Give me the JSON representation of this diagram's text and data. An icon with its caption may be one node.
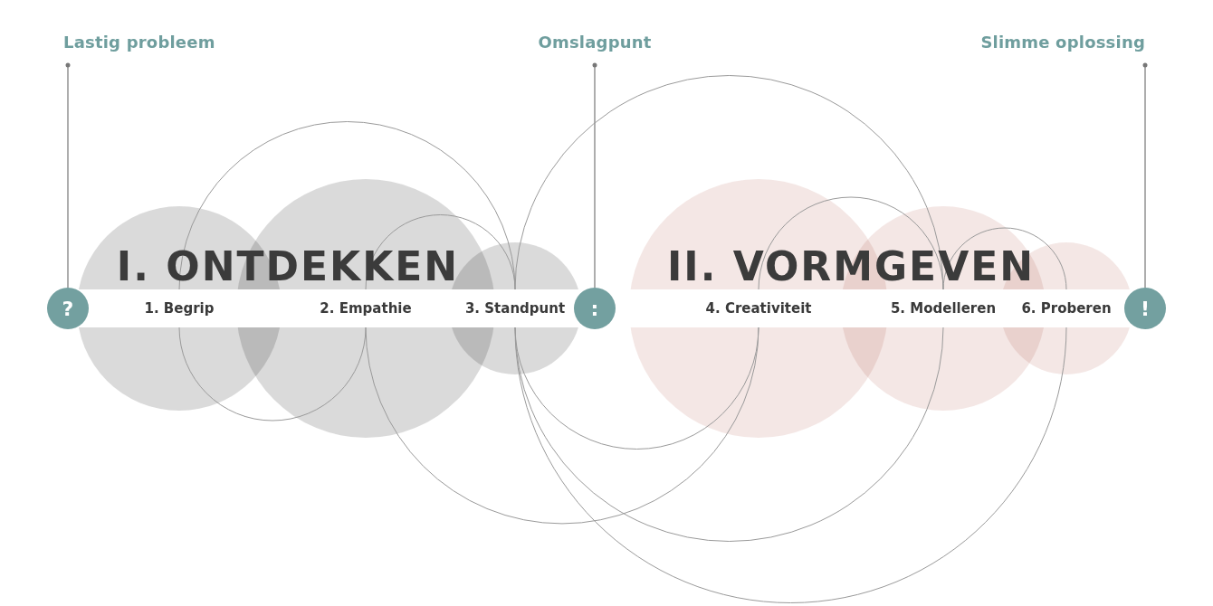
{
  "diagram": {
    "nodes": [
      {
        "text": [
          "Lastig probleem"
        ]
      },
      {
        "text": [
          "Omslagpunt"
        ]
      },
      {
        "text": [
          "Slimme oplossing"
        ]
      },
      {
        "text": [
          "?"
        ]
      },
      {
        "text": [
          ":"
        ]
      },
      {
        "text": [
          "!"
        ]
      },
      {
        "text": [
          "1. Begrip"
        ]
      },
      {
        "text": [
          "2. Empathie"
        ]
      },
      {
        "text": [
          "3. Standpunt"
        ]
      },
      {
        "text": [
          "4. Creativiteit"
        ]
      },
      {
        "text": [
          "5. Modelleren"
        ]
      },
      {
        "text": [
          "6. Proberen"
        ]
      }
    ],
    "edges": [
      {
        "from": 0,
        "to": 3,
        "arrow": "other"
      },
      {
        "from": 1,
        "to": 4,
        "arrow": "other"
      },
      {
        "from": 2,
        "to": 5,
        "arrow": "other"
      },
      {
        "from": 6,
        "to": 8,
        "arrow": "none"
      },
      {
        "from": 7,
        "to": 8,
        "arrow": "none"
      },
      {
        "from": 8,
        "to": 10,
        "arrow": "none"
      },
      {
        "from": 9,
        "to": 10,
        "arrow": "none"
      },
      {
        "from": 10,
        "to": 11,
        "arrow": "none"
      },
      {
        "from": 6,
        "to": 7,
        "arrow": "none"
      },
      {
        "from": 7,
        "to": 9,
        "arrow": "none"
      },
      {
        "from": 8,
        "to": 9,
        "arrow": "none"
      },
      {
        "from": 8,
        "to": 10,
        "arrow": "none"
      },
      {
        "from": 8,
        "to": 11,
        "arrow": "none"
      }
    ],
    "labels": [
      "I. ONTDEKKEN",
      "II. VORMGEVEN"
    ]
  }
}
